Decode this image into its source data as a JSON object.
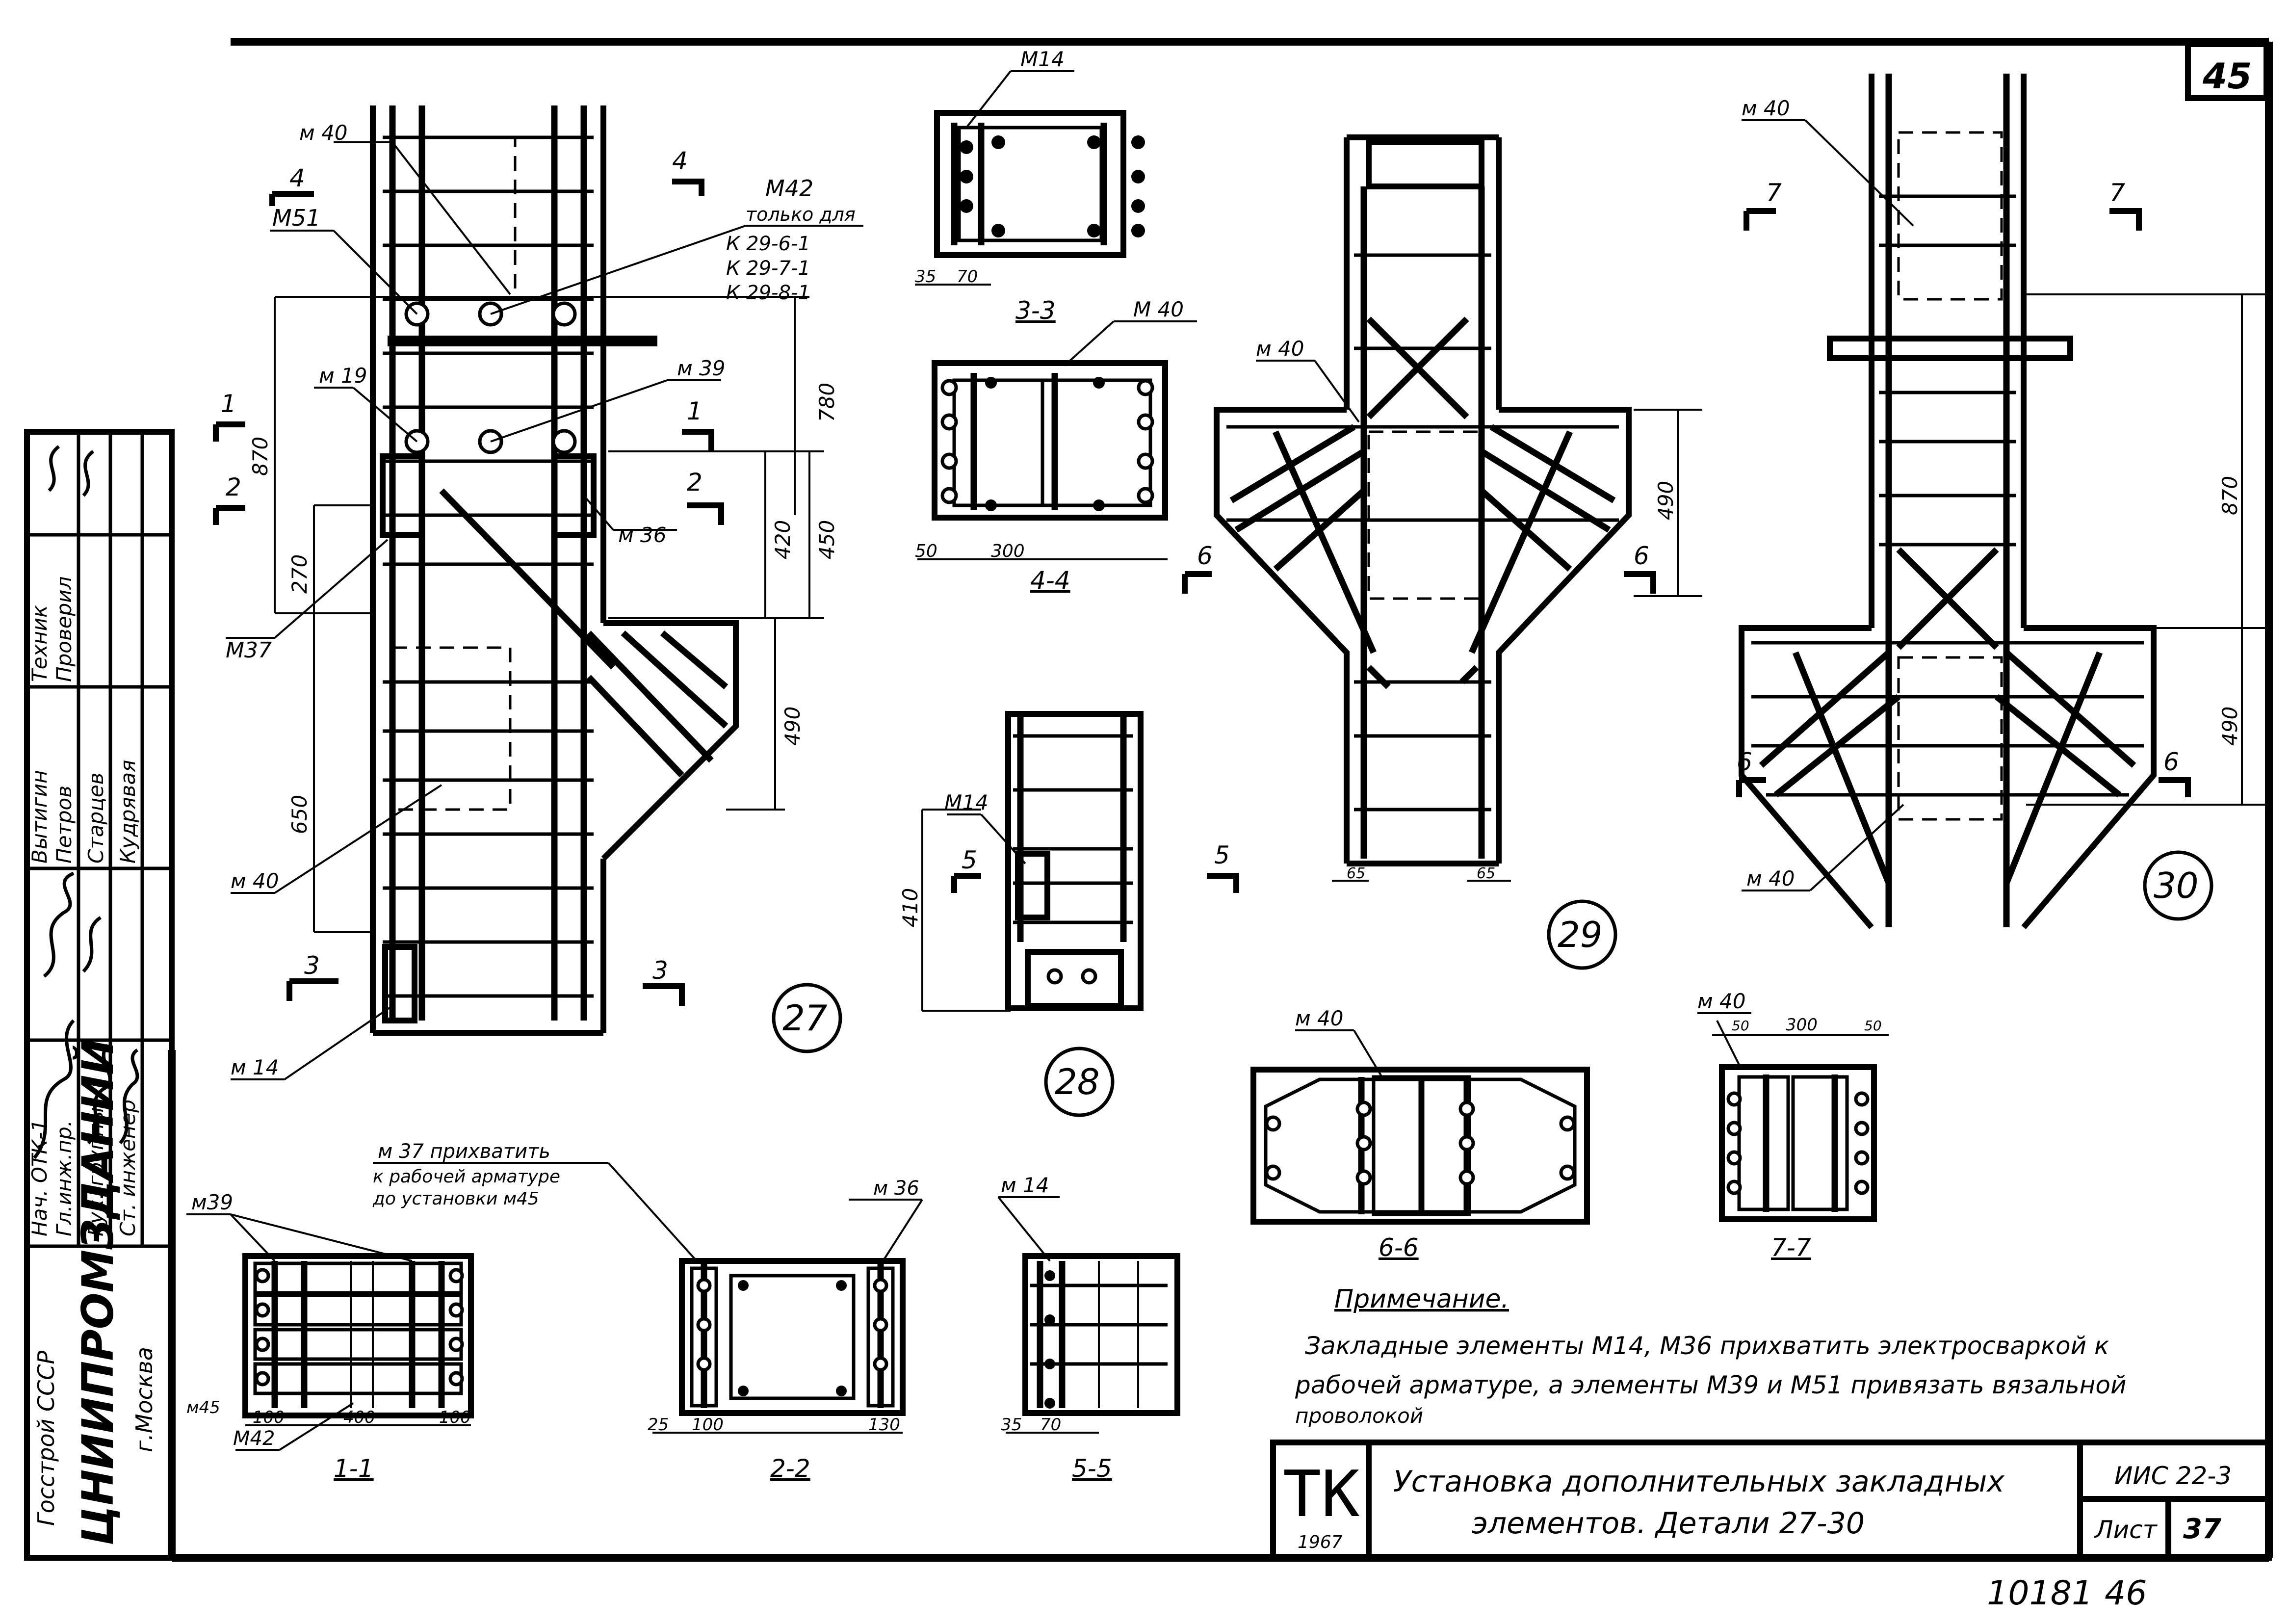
{
  "sheet": {
    "sheet_corner_number": "45",
    "bottom_number": "10181",
    "bottom_number_2": "46"
  },
  "left_strip": {
    "org_line1": "Госстрой СССР",
    "org_main": "ЦНИИПРОМЗДАНИЙ",
    "org_city": "г.Москва",
    "roles": [
      "Нач. ОТК-1",
      "Гл.инж.пр.",
      "Рук. группы",
      "Ст. инженер",
      "Вытигин",
      "Петров",
      "Старцев",
      "Кудрявая",
      "Техник",
      "Проверил"
    ]
  },
  "title_block": {
    "code_letters": "ТК",
    "year": "1967",
    "title_line1": "Установка     дополнительных    закладных",
    "title_line2": "элементов.  Детали 27-30",
    "series": "ИИС 22-3",
    "sheet_label": "Лист",
    "sheet_number": "37"
  },
  "note": {
    "heading": "Примечание.",
    "line1": "Закладные элементы   М14, М36  прихватить электросваркой к",
    "line2": "рабочей  арматуре, а элементы М39 и М51 привязать вязальной",
    "line3": "проволокой"
  },
  "detail_27": {
    "number": "27",
    "labels": {
      "m40_top": "м 40",
      "m51": "М51",
      "m42": "М42",
      "m42_note": "только для",
      "k1": "К 29-6-1",
      "k2": "К 29-7-1",
      "k3": "К 29-8-1",
      "m19": "м 19",
      "m39": "м 39",
      "m36": "м 36",
      "m37": "М37",
      "m40_low": "м 40",
      "m14": "м 14"
    },
    "dims": {
      "d870": "870",
      "d270": "270",
      "d650": "650",
      "d780": "780",
      "d420": "420",
      "d450": "450",
      "d490": "490"
    },
    "cuts": {
      "c1": "1",
      "c1b": "1",
      "c2": "2",
      "c2b": "2",
      "c3": "3",
      "c3b": "3",
      "c4": "4",
      "c4b": "4"
    }
  },
  "detail_28": {
    "number": "28",
    "label_m14": "М14",
    "dim_410": "410",
    "cut5": "5",
    "cut5b": "5"
  },
  "detail_29": {
    "number": "29",
    "label_m40": "м 40",
    "dim_490": "490",
    "dim_65a": "65",
    "dim_65b": "65",
    "cut6": "6",
    "cut6b": "6"
  },
  "detail_30": {
    "number": "30",
    "label_m40_top": "м 40",
    "label_m40_low": "м 40",
    "dim_870": "870",
    "dim_490": "490",
    "cut7": "7",
    "cut7b": "7",
    "cut6": "6",
    "cut6b": "6"
  },
  "section_3_3": {
    "title": "3-3",
    "label": "М14",
    "dim_a": "35",
    "dim_b": "70"
  },
  "section_4_4": {
    "title": "4-4",
    "label": "М 40",
    "dim_a": "50",
    "dim_b": "300"
  },
  "section_1_1": {
    "title": "1-1",
    "label_m39": "м39",
    "label_m42": "М42",
    "label_m45": "м45",
    "dims": [
      "100",
      "400",
      "100"
    ]
  },
  "section_2_2": {
    "title": "2-2",
    "label_m36": "м 36",
    "label_m37": "м 37 прихватить",
    "label_m37_note1": "к рабочей арматуре",
    "label_m37_note2": "до установки м45",
    "dims": [
      "25",
      "100",
      "130"
    ]
  },
  "section_5_5": {
    "title": "5-5",
    "label_m14": "м 14",
    "dims": [
      "35",
      "70"
    ]
  },
  "section_6_6": {
    "title": "6-6",
    "label_m40": "м 40"
  },
  "section_7_7": {
    "title": "7-7",
    "label_m40": "м 40",
    "dims": [
      "50",
      "300",
      "50"
    ]
  }
}
